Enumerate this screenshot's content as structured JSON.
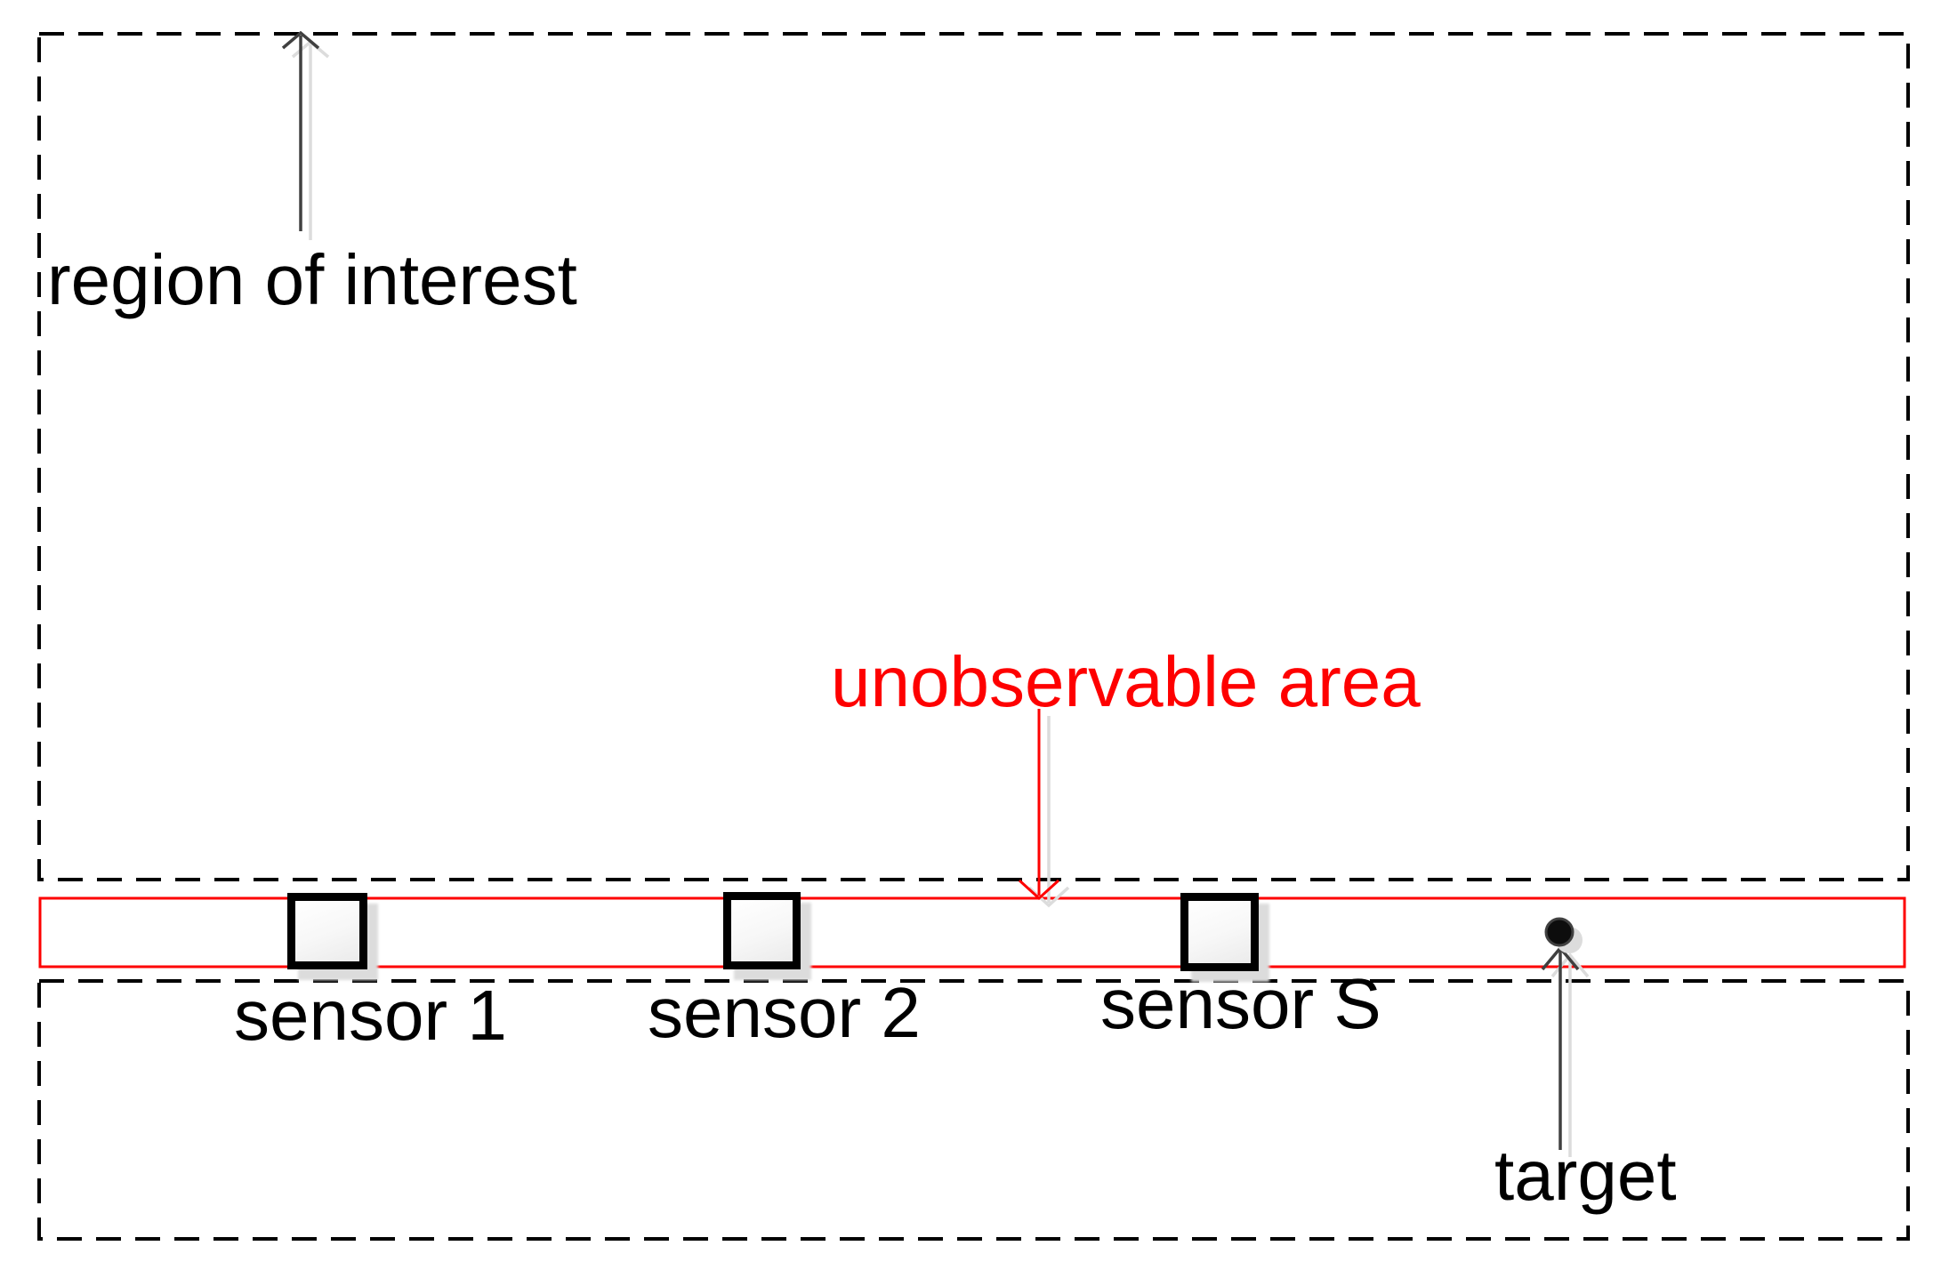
{
  "figure": {
    "region_label": "region of interest",
    "unobservable_label": "unobservable area",
    "target_label": "target",
    "sensors": [
      {
        "label": "sensor 1"
      },
      {
        "label": "sensor 2"
      },
      {
        "label": "sensor S"
      }
    ]
  },
  "colors": {
    "accent_red": "#fe0000",
    "line_black": "#000000",
    "arrow_gray": "#404040",
    "shadow_gray": "#dcdcdc",
    "sensor_fill": "#f2f2f2",
    "background": "#ffffff"
  },
  "icons": {
    "sensor_shape": "square-node",
    "target_shape": "filled-dot",
    "pointer_shape": "open-chevron-arrow"
  }
}
